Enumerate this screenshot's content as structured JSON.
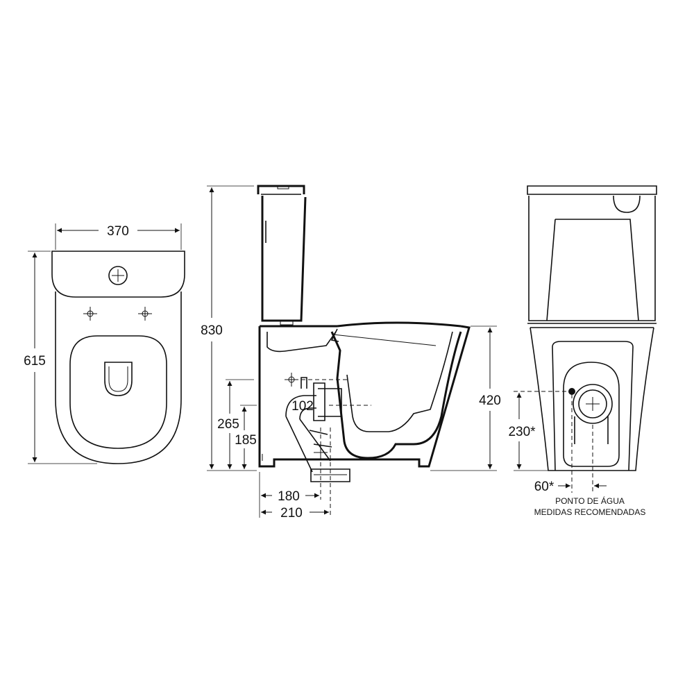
{
  "dimensions": {
    "top_width": "370",
    "top_depth": "615",
    "height_total": "830",
    "outlet_diameter": "102",
    "height_265": "265",
    "height_185": "185",
    "bowl_height": "420",
    "offset_180": "180",
    "offset_210": "210",
    "water_height": "230*",
    "water_offset": "60*"
  },
  "notes": {
    "line1": "PONTO DE ÁGUA",
    "line2": "MEDIDAS RECOMENDADAS"
  },
  "colors": {
    "line": "#111111",
    "background": "#ffffff"
  }
}
